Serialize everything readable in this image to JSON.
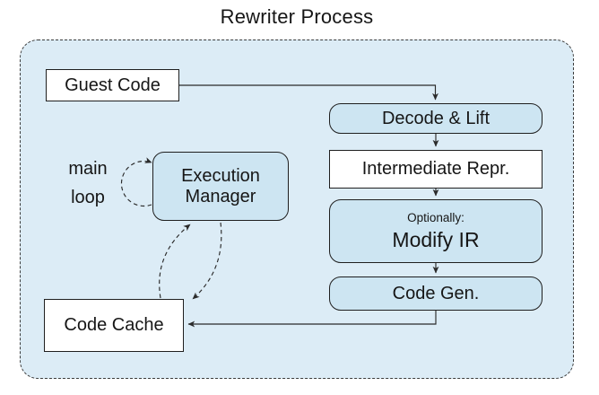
{
  "title": "Rewriter Process",
  "colors": {
    "container_fill": "#dcecf6",
    "node_fill": "#cde5f2",
    "node_border": "#1f1f1f",
    "arrow": "#2a2a2a"
  },
  "nodes": {
    "guest_code": {
      "label": "Guest Code"
    },
    "decode_lift": {
      "label": "Decode & Lift"
    },
    "intermediate_repr": {
      "label": "Intermediate Repr."
    },
    "modify_ir": {
      "note": "Optionally:",
      "label": "Modify IR"
    },
    "code_gen": {
      "label": "Code Gen."
    },
    "execution_manager": {
      "line1": "Execution",
      "line2": "Manager"
    },
    "code_cache": {
      "label": "Code Cache"
    }
  },
  "annotations": {
    "main_loop": {
      "line1": "main",
      "line2": "loop"
    }
  },
  "edges": [
    {
      "from": "guest_code",
      "to": "decode_lift",
      "style": "solid"
    },
    {
      "from": "decode_lift",
      "to": "intermediate_repr",
      "style": "solid"
    },
    {
      "from": "intermediate_repr",
      "to": "modify_ir",
      "style": "solid"
    },
    {
      "from": "modify_ir",
      "to": "code_gen",
      "style": "solid"
    },
    {
      "from": "code_gen",
      "to": "code_cache",
      "style": "solid"
    },
    {
      "from": "execution_manager",
      "to": "execution_manager",
      "style": "dashed",
      "label": "main loop"
    },
    {
      "from": "code_cache",
      "to": "execution_manager",
      "style": "dashed"
    },
    {
      "from": "execution_manager",
      "to": "code_cache",
      "style": "dashed"
    }
  ]
}
